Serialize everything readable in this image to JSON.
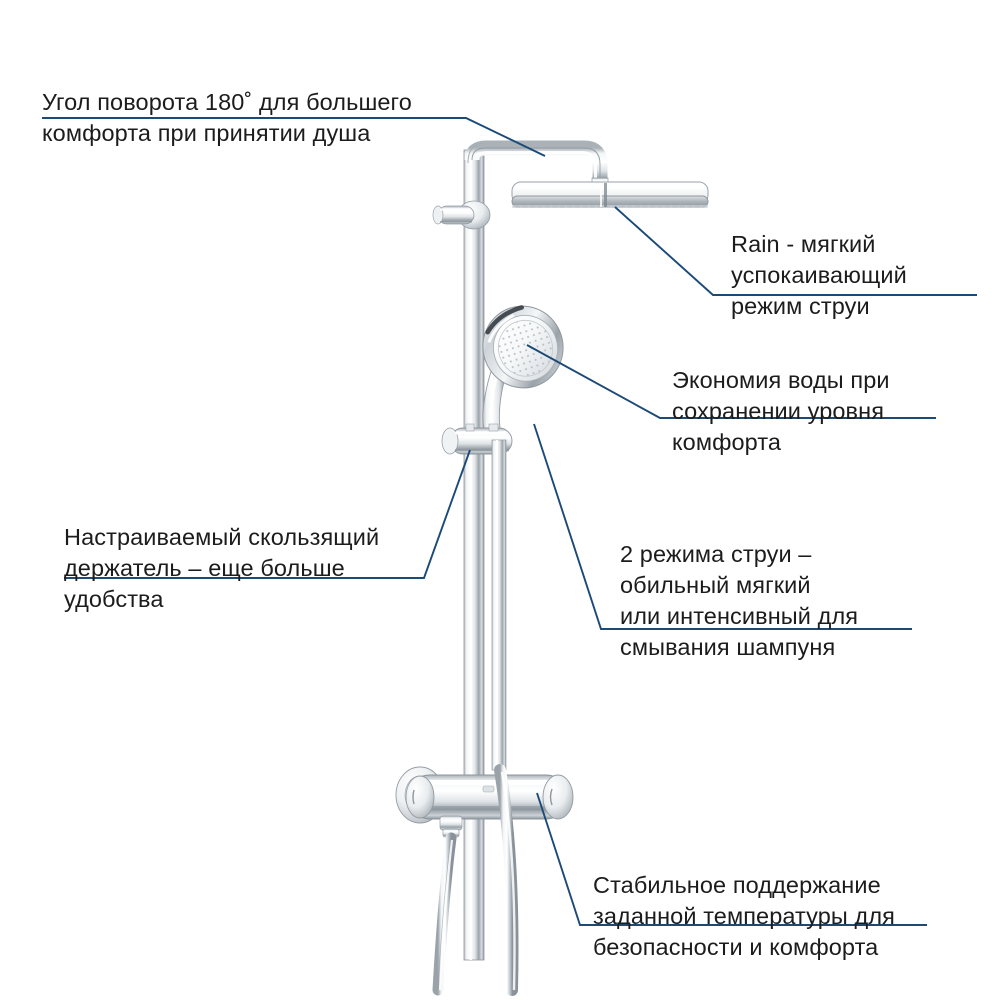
{
  "diagram": {
    "title_text": "",
    "subject": "shower-system",
    "background_color": "#ffffff",
    "leader_line_color": "#1b4a77",
    "text_color": "#1c1c1c"
  },
  "callouts": [
    {
      "id": "swivel-angle",
      "text": "Угол поворота 180˚ для большего\nкомфорта при принятии душа",
      "position": "top-left"
    },
    {
      "id": "rain-spray",
      "text": "Rain - мягкий\nуспокаивающий\nрежим струи",
      "position": "right-upper"
    },
    {
      "id": "water-saving",
      "text": "Экономия воды при\nсохранении уровня\nкомфорта",
      "position": "right-middle-upper"
    },
    {
      "id": "sliding-holder",
      "text": "Настраиваемый скользящий\nдержатель – еще больше\nудобства",
      "position": "left-middle"
    },
    {
      "id": "two-spray-modes",
      "text": "2 режима струи –\nобильный мягкий\nили интенсивный для\nсмывания шампуня",
      "position": "right-middle-lower"
    },
    {
      "id": "stable-temperature",
      "text": "Стабильное поддержание\nзаданной температуры для\nбезопасности и комфорта",
      "position": "right-bottom"
    }
  ],
  "product_parts": [
    {
      "id": "rain-shower-head",
      "label": "Rain shower head"
    },
    {
      "id": "shower-arm",
      "label": "Shower arm"
    },
    {
      "id": "swivel-joint",
      "label": "Swivel joint"
    },
    {
      "id": "riser-rail",
      "label": "Riser rail"
    },
    {
      "id": "hand-shower",
      "label": "Hand shower"
    },
    {
      "id": "sliding-holder",
      "label": "Sliding holder"
    },
    {
      "id": "thermostatic-mixer",
      "label": "Thermostatic mixer"
    },
    {
      "id": "wall-flange",
      "label": "Wall flange"
    },
    {
      "id": "shower-hose",
      "label": "Shower hose"
    }
  ]
}
